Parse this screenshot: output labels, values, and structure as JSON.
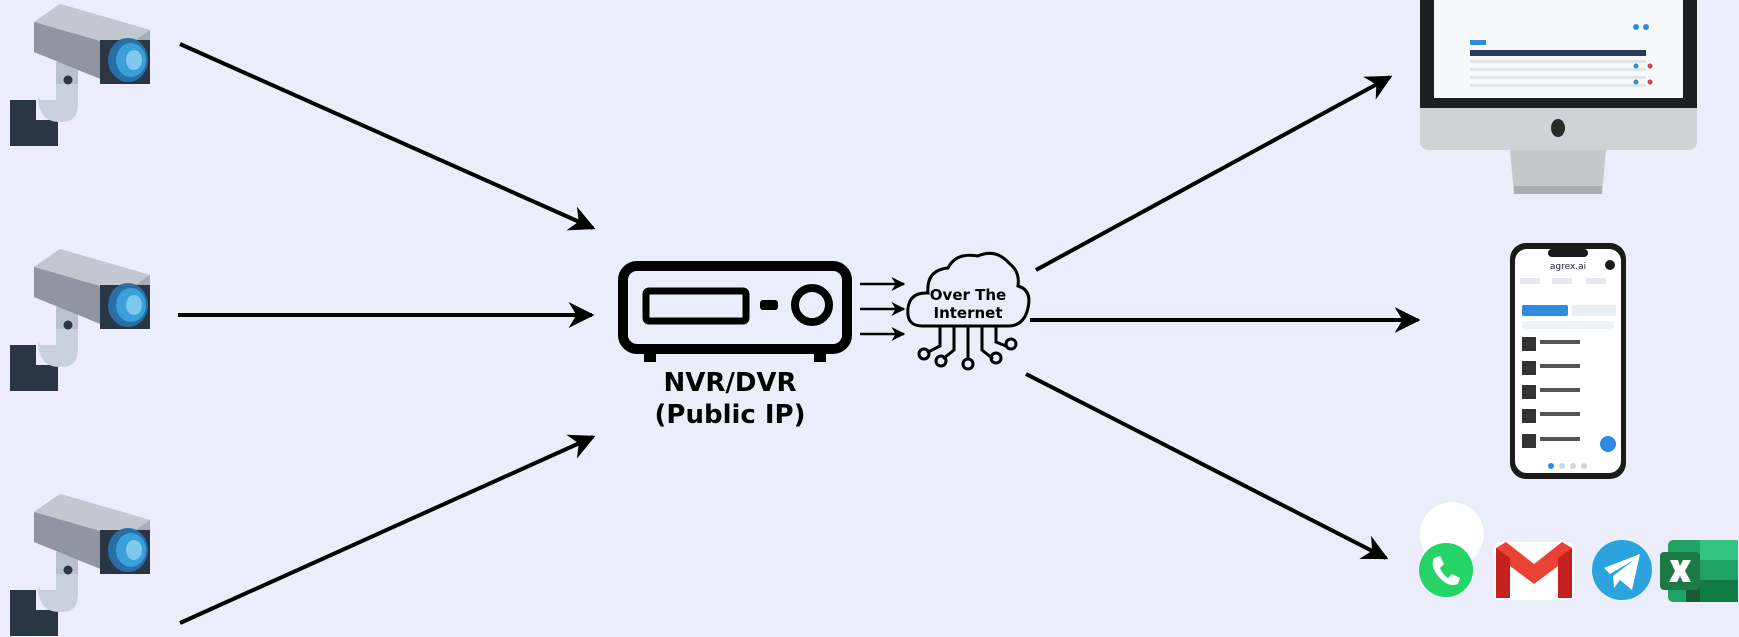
{
  "diagram": {
    "device_label_line1": "NVR/DVR",
    "device_label_line2": "(Public IP)",
    "cloud_label_line1": "Over The",
    "cloud_label_line2": "Internet",
    "phone_brand": "agrex.ai",
    "app_icons": [
      "whatsapp-icon",
      "gmail-icon",
      "telegram-icon",
      "excel-icon"
    ],
    "colors": {
      "background": "#ebeefa",
      "camera_body": "#a7acb6",
      "camera_lens": "#3aa0d8",
      "camera_mount": "#2b3645",
      "whatsapp": "#25d366",
      "gmail": "#ea4335",
      "telegram": "#2aa3df",
      "excel": "#1d7a44"
    }
  }
}
